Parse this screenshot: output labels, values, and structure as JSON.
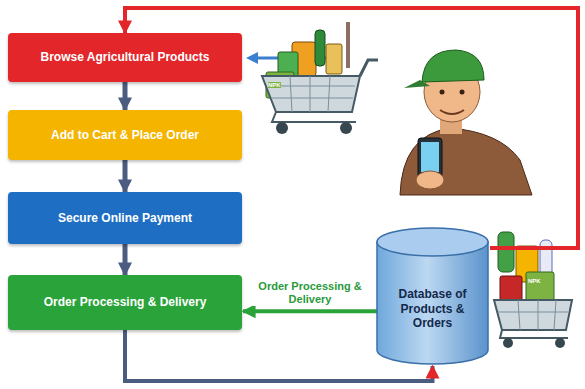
{
  "diagram": {
    "nodes": [
      {
        "text": [
          "Browse Agricultural Products"
        ]
      },
      {
        "text": [
          "Add to Cart & Place Order"
        ]
      },
      {
        "text": [
          "Secure Online Payment"
        ]
      },
      {
        "text": [
          "Order Processing & Delivery"
        ]
      },
      {
        "text": [
          "Database of Products & Orders"
        ]
      }
    ],
    "edges": [
      {
        "from": 0,
        "to": 1,
        "arrow": "to"
      },
      {
        "from": 1,
        "to": 2,
        "arrow": "to"
      },
      {
        "from": 2,
        "to": 3,
        "arrow": "to"
      },
      {
        "from": 4,
        "to": 3,
        "label": "Order Processing & Delivery",
        "arrow": "to"
      },
      {
        "from": 3,
        "to": 4,
        "arrow": "to"
      },
      {
        "from": 4,
        "to": 0,
        "arrow": "to"
      }
    ],
    "labels": [
      "NPK",
      "NPK"
    ]
  }
}
